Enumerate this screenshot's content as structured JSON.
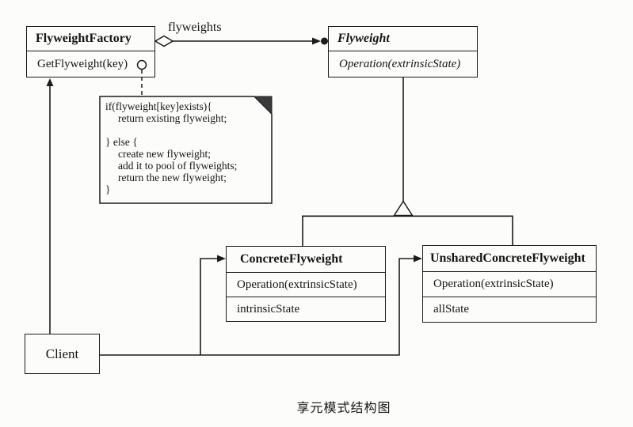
{
  "diagram": {
    "caption": "享元模式结构图",
    "aggregation_label": "flyweights",
    "classes": {
      "factory": {
        "name": "FlyweightFactory",
        "methods": [
          "GetFlyweight(key)"
        ]
      },
      "flyweight": {
        "name": "Flyweight",
        "methods": [
          "Operation(extrinsicState)"
        ]
      },
      "concrete": {
        "name": "ConcreteFlyweight",
        "methods": [
          "Operation(extrinsicState)"
        ],
        "attributes": [
          "intrinsicState"
        ]
      },
      "unshared": {
        "name": "UnsharedConcreteFlyweight",
        "methods": [
          "Operation(extrinsicState)"
        ],
        "attributes": [
          "allState"
        ]
      },
      "client": {
        "name": "Client"
      }
    },
    "note": {
      "lines": [
        "if(flyweight[key]exists){",
        "return existing flyweight;",
        "",
        "} else {",
        "create new flyweight;",
        "add it to pool of flyweights;",
        "return the new flyweight;",
        "}"
      ]
    },
    "colors": {
      "line": "#1c1c1c",
      "background": "#fcfcfa",
      "note_fold": "#3a3a3a"
    }
  }
}
